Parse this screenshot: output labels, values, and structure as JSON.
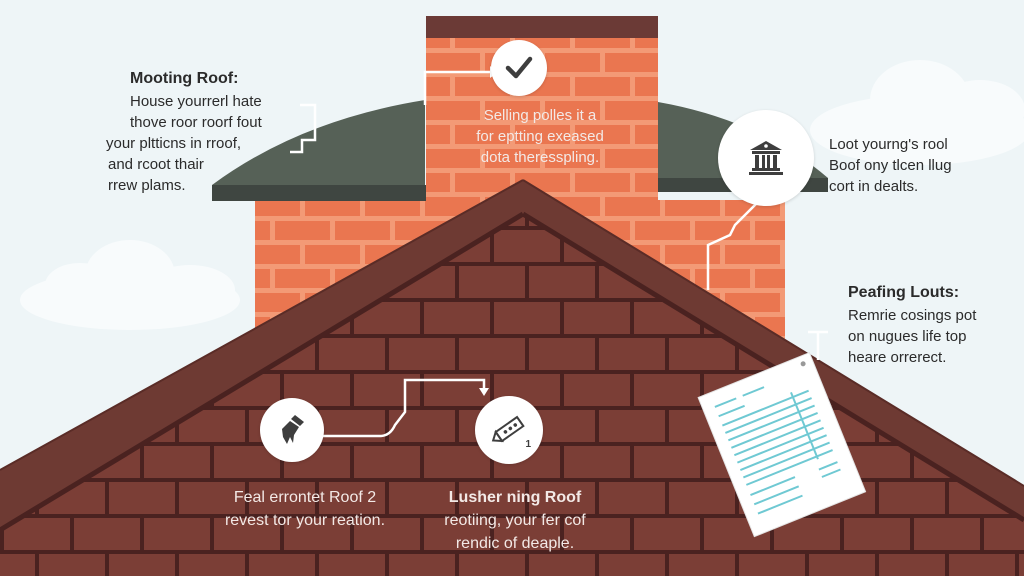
{
  "colors": {
    "sky": "#eef5f7",
    "chimney_brick": "#ea7650",
    "chimney_mortar": "#f39a76",
    "chimney_cap": "#6b3a36",
    "awning_top": "#566157",
    "awning_edge": "#3f4641",
    "roof_brick": "#7b3e36",
    "roof_mortar": "#4a2220",
    "roof_trim": "#6e3a33",
    "icon_dark": "#3e3e3e",
    "document_lines": "#6fc9d3"
  },
  "callouts": {
    "top_left": {
      "title": "Mooting Roof:",
      "lines": [
        "House yourrerl hate",
        "thove roor roorf fout",
        "your pltticns in rroof,",
        "and rcoot thair",
        "rrew plams."
      ]
    },
    "chimney": {
      "icon": "checkmark-icon",
      "lines": [
        "Selling polles it a",
        "for eptting exeased",
        "dota theresspling."
      ]
    },
    "top_right": {
      "icon": "bank-building-icon",
      "lines": [
        "Loot yourng's rool",
        "Boof ony tlcen llug",
        "cort in dealts."
      ]
    },
    "mid_right": {
      "title": "Peafing Louts:",
      "lines": [
        "Remrie cosings pot",
        "on nugues life top",
        "heare orrerect."
      ],
      "icon": "document-icon"
    },
    "bottom_left": {
      "icon": "wrench-hand-icon",
      "lines": [
        "Feal errontet Roof 2",
        "revest tor your reation."
      ]
    },
    "bottom_center": {
      "icon": "pencil-tool-icon",
      "icon_number": "1",
      "title": "Lusher ning Roof",
      "lines": [
        "reotiing, your fer cof",
        "rendic of deaple."
      ]
    }
  }
}
